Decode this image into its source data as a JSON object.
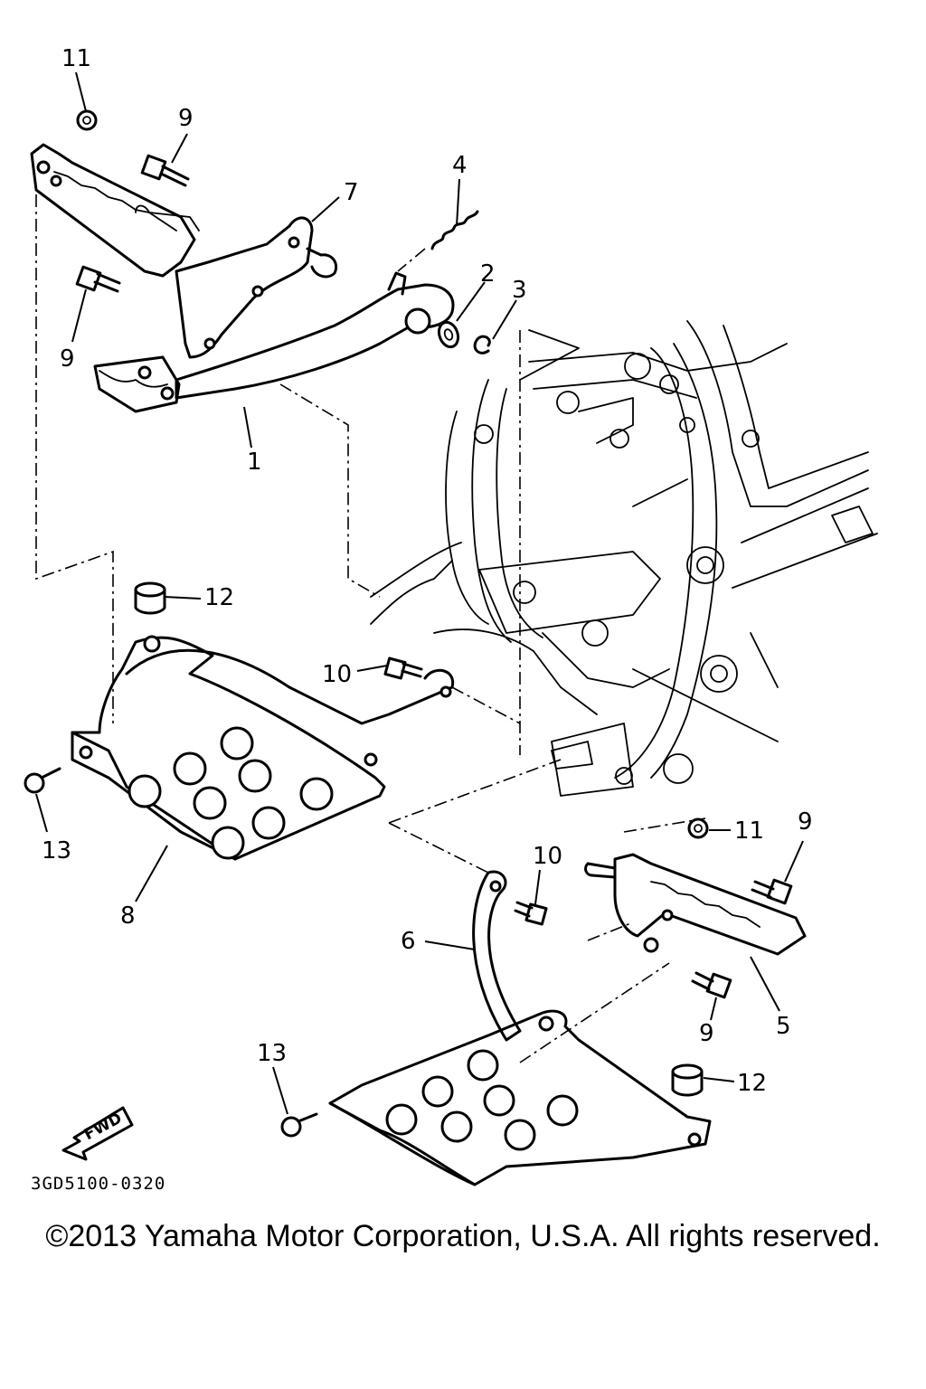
{
  "diagram": {
    "callouts": {
      "c11a": "11",
      "c9a": "9",
      "c4": "4",
      "c7": "7",
      "c2": "2",
      "c3": "3",
      "c9b": "9",
      "c1": "1",
      "c12a": "12",
      "c10a": "10",
      "c13a": "13",
      "c8": "8",
      "c11b": "11",
      "c9c": "9",
      "c10b": "10",
      "c6": "6",
      "c9d": "9",
      "c5": "5",
      "c13b": "13",
      "c12b": "12"
    },
    "fwd_label": "FWD",
    "drawing_code": "3GD5100-0320",
    "copyright": "©2013 Yamaha Motor Corporation, U.S.A. All rights reserved."
  }
}
